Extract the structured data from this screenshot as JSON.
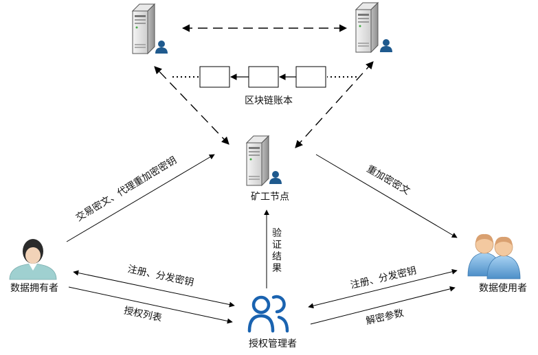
{
  "labels": {
    "ledger": "区块链账本",
    "miner": "矿工节点",
    "owner": "数据拥有者",
    "user": "数据使用者",
    "manager": "授权管理者",
    "edge_owner_miner": "交易密文、代理重加密密钥",
    "edge_miner_user": "重加密密文",
    "edge_manager_miner": "验证结果",
    "edge_manager_owner": "注册、分发密钥",
    "edge_owner_manager": "授权列表",
    "edge_manager_user": "注册、分发密钥",
    "edge_user_manager": "解密参数"
  },
  "colors": {
    "line": "#000000",
    "server_body": "#e8e8e8",
    "person_blue": "#1f5a8e",
    "manager_blue": "#1a63b0",
    "users_blue": "#6aa8d8"
  }
}
